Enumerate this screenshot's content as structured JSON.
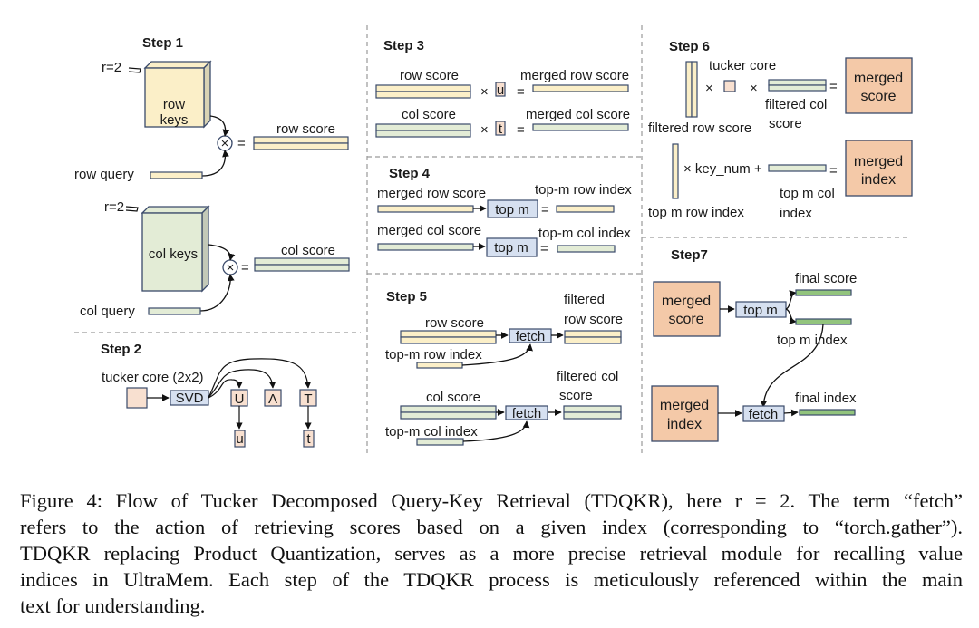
{
  "colors": {
    "row": "#fbefc8",
    "col": "#e3ecd6",
    "core": "#f8e0d0",
    "op": "#d6e0f0",
    "merged": "#f4c9a8",
    "final": "#92c47d",
    "stroke": "#3a4a6a"
  },
  "steps": {
    "step1": {
      "title": "Step 1",
      "r_label": "r=2",
      "row_keys": [
        "row",
        "keys"
      ],
      "row_query": "row query",
      "row_score": "row score",
      "col_keys": "col keys",
      "col_query": "col query",
      "col_score": "col score",
      "times": "×",
      "equals": "="
    },
    "step2": {
      "title": "Step 2",
      "tucker_core": "tucker core (2x2)",
      "svd": "SVD",
      "U": "U",
      "Lambda": "Λ",
      "T": "T",
      "u": "u",
      "t": "t"
    },
    "step3": {
      "title": "Step 3",
      "row_score": "row score",
      "merged_row_score": "merged row score",
      "col_score": "col score",
      "merged_col_score": "merged col score",
      "u": "u",
      "t": "t",
      "times": "×",
      "equals": "="
    },
    "step4": {
      "title": "Step 4",
      "merged_row_score": "merged row score",
      "top_m_row_index": "top-m row index",
      "merged_col_score": "merged col score",
      "top_m_col_index": "top-m col index",
      "top_m": "top m",
      "equals": "="
    },
    "step5": {
      "title": "Step 5",
      "row_score": "row score",
      "top_m_row_index": "top-m row index",
      "filtered_row_score": [
        "filtered",
        "row score"
      ],
      "col_score": "col score",
      "top_m_col_index": "top-m col index",
      "filtered_col_score": [
        "filtered col",
        "score"
      ],
      "fetch": "fetch"
    },
    "step6": {
      "title": "Step 6",
      "tucker_core": "tucker core",
      "filtered_row_score": "filtered row score",
      "filtered_col_score": [
        "filtered col",
        "score"
      ],
      "merged_score": [
        "merged",
        "score"
      ],
      "key_num": "× key_num +",
      "top_m_row_index": "top m row index",
      "top_m_col_index": [
        "top m col",
        "index"
      ],
      "merged_index": [
        "merged",
        "index"
      ],
      "times": "×",
      "equals": "="
    },
    "step7": {
      "title": "Step7",
      "merged_score": [
        "merged",
        "score"
      ],
      "top_m": "top m",
      "final_score": "final score",
      "top_m_index": "top m index",
      "merged_index": [
        "merged",
        "index"
      ],
      "fetch": "fetch",
      "final_index": "final index"
    }
  },
  "caption": {
    "lines": [
      "Figure 4: Flow of Tucker Decomposed Query-Key Retrieval (TDQKR), here r = 2. The term “fetch”",
      "refers to the action of retrieving scores based on a given index (corresponding to “torch.gather”).",
      "TDQKR replacing Product Quantization, serves as a more precise retrieval module for recalling value",
      "indices in UltraMem. Each step of the TDQKR process is meticulously referenced within the main",
      "text for understanding."
    ]
  }
}
